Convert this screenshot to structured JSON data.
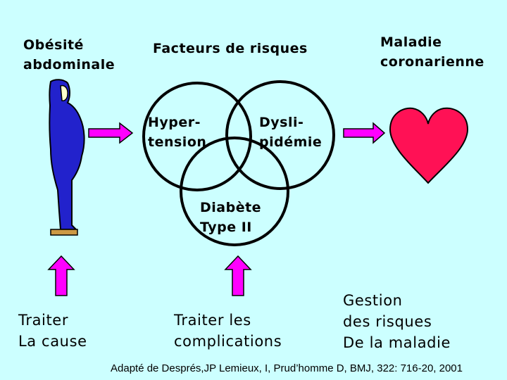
{
  "slide": {
    "obesite_label": [
      "Obésité",
      "abdominale"
    ],
    "facteurs_title": "Facteurs de risques",
    "maladie_label": [
      "Maladie",
      "coronarienne"
    ],
    "circles": {
      "hypertension": [
        "Hyper-",
        "tension"
      ],
      "dyslipidemie": [
        "Dysli-",
        "pidémie"
      ],
      "diabete": [
        "Diabète",
        "Type II"
      ]
    },
    "actions": {
      "traiter_cause": [
        "Traiter",
        "La cause"
      ],
      "traiter_complications": [
        "Traiter les",
        "complications"
      ],
      "gestion": [
        "Gestion",
        "des risques",
        "De la maladie"
      ]
    },
    "source": "Adapté de Després,JP Lemieux, I, Prud’homme D, BMJ, 322: 716-20, 2001"
  },
  "colors": {
    "background": "#ccffff",
    "figure": "#2222cc",
    "arrow": "#ff00ff",
    "heart": "#ff1155",
    "shoe": "#cc9944",
    "face": "#ffffcc"
  }
}
